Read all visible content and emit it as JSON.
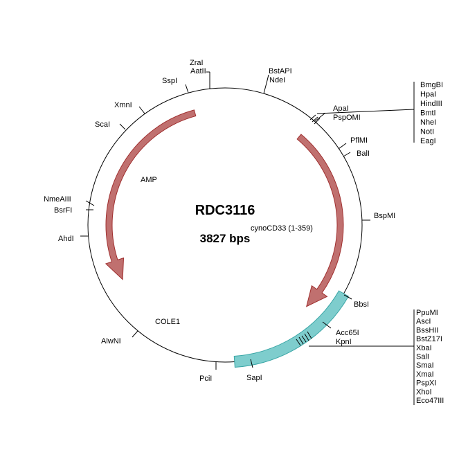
{
  "plasmid": {
    "name": "RDC3116",
    "size_label": "3827 bps"
  },
  "features": [
    {
      "id": "amp",
      "label": "AMP",
      "color": "#c0706f",
      "stroke": "#a03030",
      "type": "arrow"
    },
    {
      "id": "cyno",
      "label": "cynoCD33 (1-359)",
      "color": "#c0706f",
      "stroke": "#a03030",
      "type": "arrow"
    },
    {
      "id": "cole1",
      "label": "COLE1",
      "color": "#7ecdcd",
      "stroke": "#3aa6a6",
      "type": "box"
    }
  ],
  "sites": {
    "zrai": "ZraI",
    "aatii": "AatII",
    "sspi": "SspI",
    "xmni": "XmnI",
    "scai": "ScaI",
    "nmeaiii": "NmeAIII",
    "bsrfi": "BsrFI",
    "ahdi": "AhdI",
    "alwni": "AlwNI",
    "pcii": "PciI",
    "sapi": "SapI",
    "bbsi": "BbsI",
    "acc65i": "Acc65I",
    "kpni": "KpnI",
    "bspmi": "BspMI",
    "bali": "BalI",
    "pflmi": "PflMI",
    "apai": "ApaI",
    "pspomi": "PspOMI",
    "bstapi": "BstAPI",
    "ndei": "NdeI"
  },
  "cluster_top": [
    "BmgBI",
    "HpaI",
    "HindIII",
    "BmtI",
    "NheI",
    "NotI",
    "EagI"
  ],
  "cluster_bottom": [
    "PpuMI",
    "AscI",
    "BssHII",
    "BstZ17I",
    "XbaI",
    "SalI",
    "SmaI",
    "XmaI",
    "PspXI",
    "XhoI",
    "Eco47III"
  ]
}
